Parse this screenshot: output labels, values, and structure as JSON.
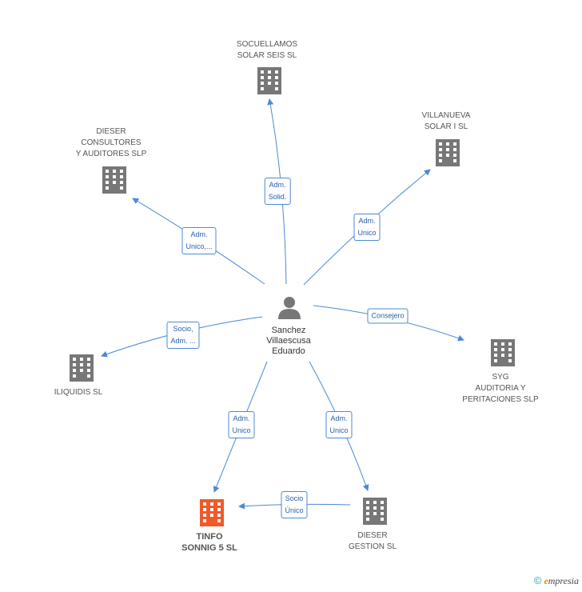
{
  "colors": {
    "edge": "#4a8ad4",
    "company": "#777777",
    "focus_company": "#f05a2a",
    "person": "#777777"
  },
  "center": {
    "name": "Sanchez\nVillaescusa\nEduardo",
    "icon": "person-icon"
  },
  "nodes": [
    {
      "id": "socuellamos",
      "label": "SOCUELLAMOS\nSOLAR SEIS SL",
      "icon": "building-icon"
    },
    {
      "id": "villanueva",
      "label": "VILLANUEVA\nSOLAR I SL",
      "icon": "building-icon"
    },
    {
      "id": "dieser-consultores",
      "label": "DIESER\nCONSULTORES\nY AUDITORES SLP",
      "icon": "building-icon"
    },
    {
      "id": "syg",
      "label": "SYG\nAUDITORIA Y\nPERITACIONES SLP",
      "icon": "building-icon"
    },
    {
      "id": "iliquidis",
      "label": "ILIQUIDIS SL",
      "icon": "building-icon"
    },
    {
      "id": "tinfo",
      "label": "TINFO\nSONNIG 5 SL",
      "icon": "building-icon",
      "focus": true
    },
    {
      "id": "dieser-gestion",
      "label": "DIESER\nGESTION SL",
      "icon": "building-icon"
    }
  ],
  "edges": [
    {
      "from": "center",
      "to": "socuellamos",
      "label": "Adm.\nSolid."
    },
    {
      "from": "center",
      "to": "villanueva",
      "label": "Adm.\nUnico"
    },
    {
      "from": "center",
      "to": "dieser-consultores",
      "label": "Adm.\nUnico,..."
    },
    {
      "from": "center",
      "to": "syg",
      "label": "Consejero"
    },
    {
      "from": "center",
      "to": "iliquidis",
      "label": "Socio,\nAdm. ..."
    },
    {
      "from": "center",
      "to": "tinfo",
      "label": "Adm.\nUnico"
    },
    {
      "from": "center",
      "to": "dieser-gestion",
      "label": "Adm.\nUnico"
    },
    {
      "from": "dieser-gestion",
      "to": "tinfo",
      "label": "Socio\nÚnico"
    }
  ],
  "footer": {
    "copyright": "©",
    "brand_first": "e",
    "brand_rest": "mpresia"
  }
}
